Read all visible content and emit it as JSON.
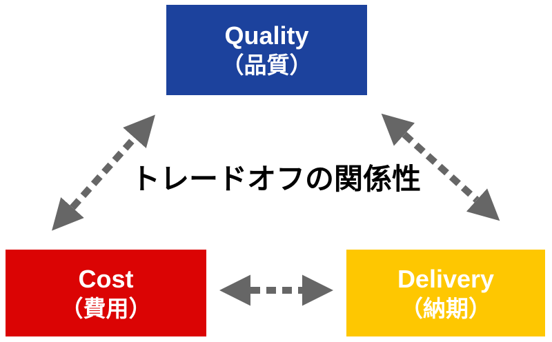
{
  "diagram": {
    "title": "トレードオフの関係性",
    "background_color": "#ffffff",
    "title_color": "#000000",
    "node_text_color": "#ffffff",
    "arrow_color": "#666666",
    "nodes": [
      {
        "id": "quality",
        "label_en": "Quality",
        "label_jp": "（品質）",
        "color": "#1c429d"
      },
      {
        "id": "cost",
        "label_en": "Cost",
        "label_jp": "（費用）",
        "color": "#db0404"
      },
      {
        "id": "delivery",
        "label_en": "Delivery",
        "label_jp": "（納期）",
        "color": "#fec701"
      }
    ],
    "edges": [
      {
        "from": "Quality",
        "to": "Cost",
        "type": "double-headed-dashed-arrow"
      },
      {
        "from": "Quality",
        "to": "Delivery",
        "type": "double-headed-dashed-arrow"
      },
      {
        "from": "Cost",
        "to": "Delivery",
        "type": "double-headed-dashed-arrow"
      }
    ]
  }
}
